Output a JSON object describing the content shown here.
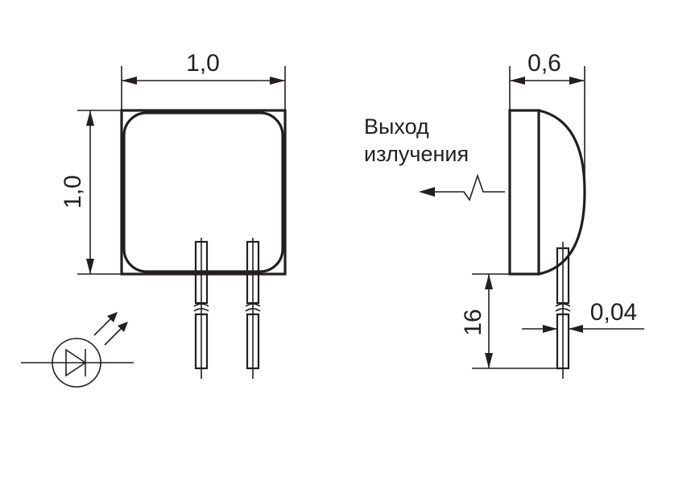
{
  "drawing": {
    "front_width": "1,0",
    "front_height": "1,0",
    "side_depth": "0,6",
    "lead_length": "16",
    "lead_thickness": "0,04",
    "emission_label_line1": "Выход",
    "emission_label_line2": "излучения",
    "symbol": "photodiode-emitter-symbol"
  },
  "colors": {
    "ink": "#231f20",
    "background": "#ffffff"
  }
}
